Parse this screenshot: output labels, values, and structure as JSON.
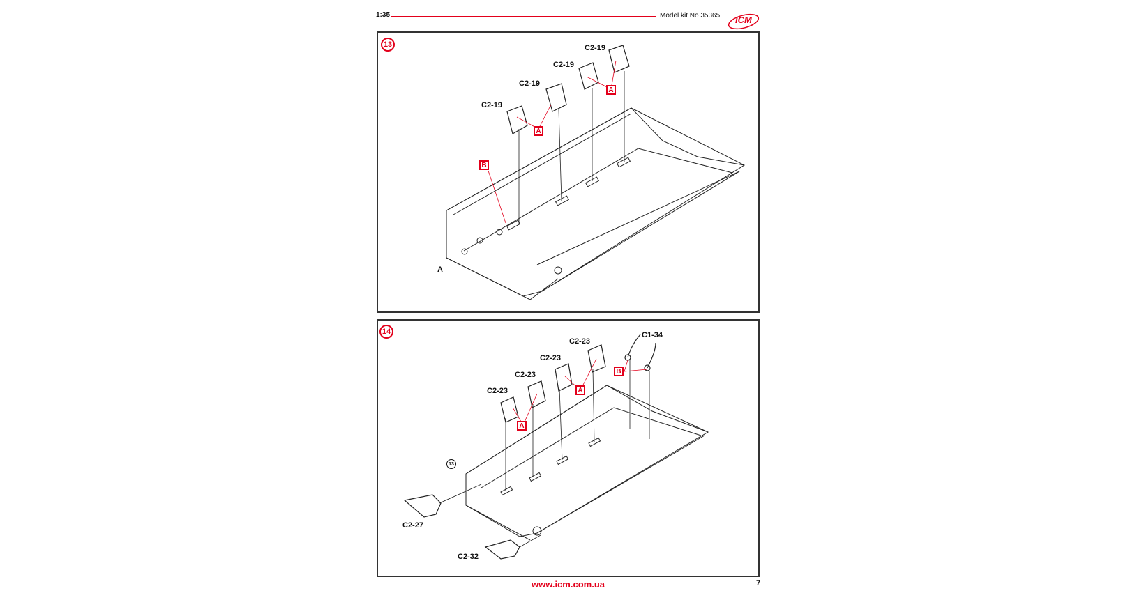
{
  "header": {
    "scale": "1:35",
    "kit_number": "Model kit No 35365",
    "logo_text": "ICM"
  },
  "step13": {
    "number": "13",
    "parts": [
      "C2-19",
      "C2-19",
      "C2-19",
      "C2-19"
    ],
    "callout_a": "A",
    "callout_b": "B",
    "view_label": "A"
  },
  "step14": {
    "number": "14",
    "parts": [
      "C2-23",
      "C2-23",
      "C2-23",
      "C2-23"
    ],
    "part_c1": "C1-34",
    "part_c227": "C2-27",
    "part_c232": "C2-32",
    "callout_a": "A",
    "callout_b": "B",
    "ref_step": "13"
  },
  "footer": {
    "url": "www.icm.com.ua",
    "page": "7"
  },
  "colors": {
    "accent": "#e3001b"
  }
}
